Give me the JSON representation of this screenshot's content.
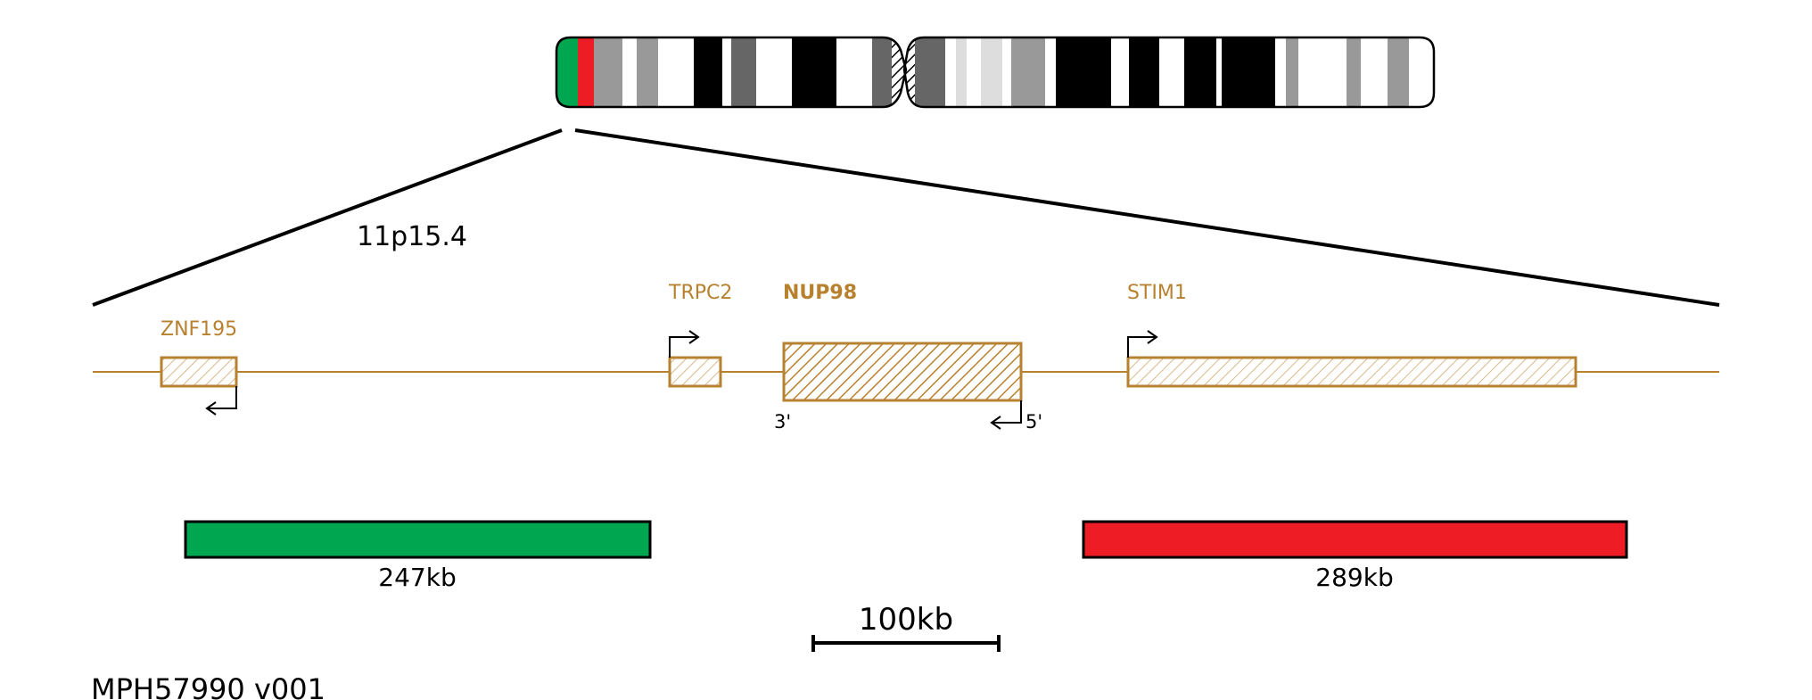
{
  "region_label": "11p15.4",
  "probe_id": "MPH57990 v001",
  "colors": {
    "gene": "#B8812F",
    "probe_green": "#00A650",
    "probe_red": "#EE1C25",
    "outline": "#000000"
  },
  "genes": [
    {
      "name": "ZNF195",
      "emphasis": false,
      "strand": "-"
    },
    {
      "name": "TRPC2",
      "emphasis": false,
      "strand": "+"
    },
    {
      "name": "NUP98",
      "emphasis": true,
      "strand": "-",
      "end_labels": {
        "left": "3'",
        "right": "5'"
      }
    },
    {
      "name": "STIM1",
      "emphasis": false,
      "strand": "+"
    }
  ],
  "probes": [
    {
      "color": "green",
      "size_label": "247kb"
    },
    {
      "color": "red",
      "size_label": "289kb"
    }
  ],
  "scale_bar": {
    "label": "100kb"
  }
}
